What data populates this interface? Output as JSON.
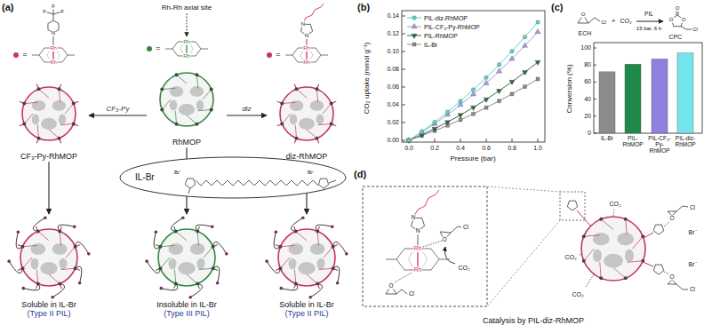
{
  "diagram": {
    "nodes": [
      {
        "text": [
          "RhMOP"
        ]
      },
      {
        "text": [
          "CF₃-Py-RhMOP"
        ]
      },
      {
        "text": [
          "diz-RhMOP"
        ]
      },
      {
        "text": [
          "IL-Br"
        ]
      },
      {
        "text": [
          "Soluble in IL-Br",
          "(Type II PIL)"
        ]
      },
      {
        "text": [
          "Insoluble in IL-Br",
          "(Type III PIL)"
        ]
      },
      {
        "text": [
          "Soluble in IL-Br",
          "(Type II PIL)"
        ]
      }
    ],
    "edges": [
      {
        "from": 0,
        "to": 1,
        "arrow": "to",
        "label": "CF₃-Py"
      },
      {
        "from": 0,
        "to": 2,
        "arrow": "to",
        "label": "diz"
      },
      {
        "from": 1,
        "to": 4,
        "arrow": "to"
      },
      {
        "from": 0,
        "to": 5,
        "arrow": "to"
      },
      {
        "from": 2,
        "to": 6,
        "arrow": "to"
      }
    ],
    "labels": [
      "(a)",
      "Rh-Rh axial site",
      "=",
      "Rh",
      "Rh",
      "N",
      "F",
      "F",
      "F",
      "=",
      "Rh",
      "Rh",
      "=",
      "Rh",
      "Rh",
      "N",
      "N",
      "Br⁻",
      "Br⁻",
      "(b)",
      "CO₂ uptake (mmol g⁻¹)",
      "0.00",
      "0.02",
      "0.04",
      "0.06",
      "0.08",
      "0.10",
      "0.12",
      "0.14",
      "0.0",
      "0.2",
      "0.4",
      "0.6",
      "0.8",
      "1.0",
      "Pressure (bar)",
      "(c)",
      "O",
      "Cl",
      "ECH",
      "+",
      "CO₂",
      "PIL",
      "15 bar, 6 h",
      "O",
      "O",
      "O",
      "Cl",
      "CPC",
      "Conversion (%)",
      "0",
      "20",
      "40",
      "60",
      "80",
      "100",
      "IL-Br",
      "PIL-RhMOP",
      "PIL-CF₃-Py-RhMOP",
      "PIL-diz-RhMOP",
      "(d)",
      "Rh",
      "Rh",
      "N",
      "N",
      "O",
      "Cl",
      "CO₂",
      "O",
      "Cl",
      "CO₂",
      "CO₂",
      "CO₂",
      "O",
      "Cl",
      "Br⁻",
      "O",
      "Cl",
      "Br⁻",
      "Catalysis by PIL-diz-RhMOP"
    ],
    "legend": [
      {
        "text": "PIL-diz-RhMOP"
      },
      {
        "text": "PIL-CF₃-Py-RhMOP"
      },
      {
        "text": "PIL-RhMOP"
      },
      {
        "text": "IL-Br"
      }
    ]
  }
}
